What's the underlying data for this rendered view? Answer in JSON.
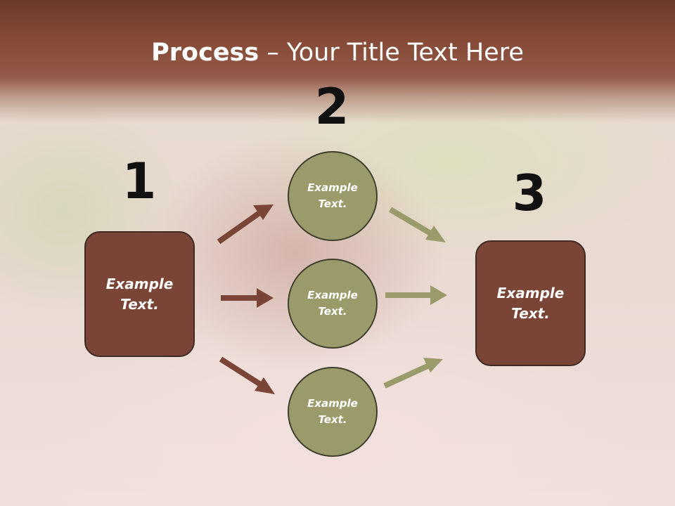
{
  "title": {
    "bold": "Process",
    "rest": " – Your Title Text Here"
  },
  "steps": [
    {
      "number": "1",
      "label": "Example\nText."
    },
    {
      "number": "2",
      "label": "Example\nText."
    },
    {
      "number": "3",
      "label": "Example\nText."
    }
  ],
  "circles": [
    {
      "label": "Example\nText."
    },
    {
      "label": "Example\nText."
    },
    {
      "label": "Example\nText."
    }
  ],
  "colors": {
    "box_fill": "#7a4536",
    "circle_fill": "#9a9a6a",
    "arrow_left": "#7a4536",
    "arrow_right": "#9a9a6a",
    "title_band": "#874c38"
  }
}
